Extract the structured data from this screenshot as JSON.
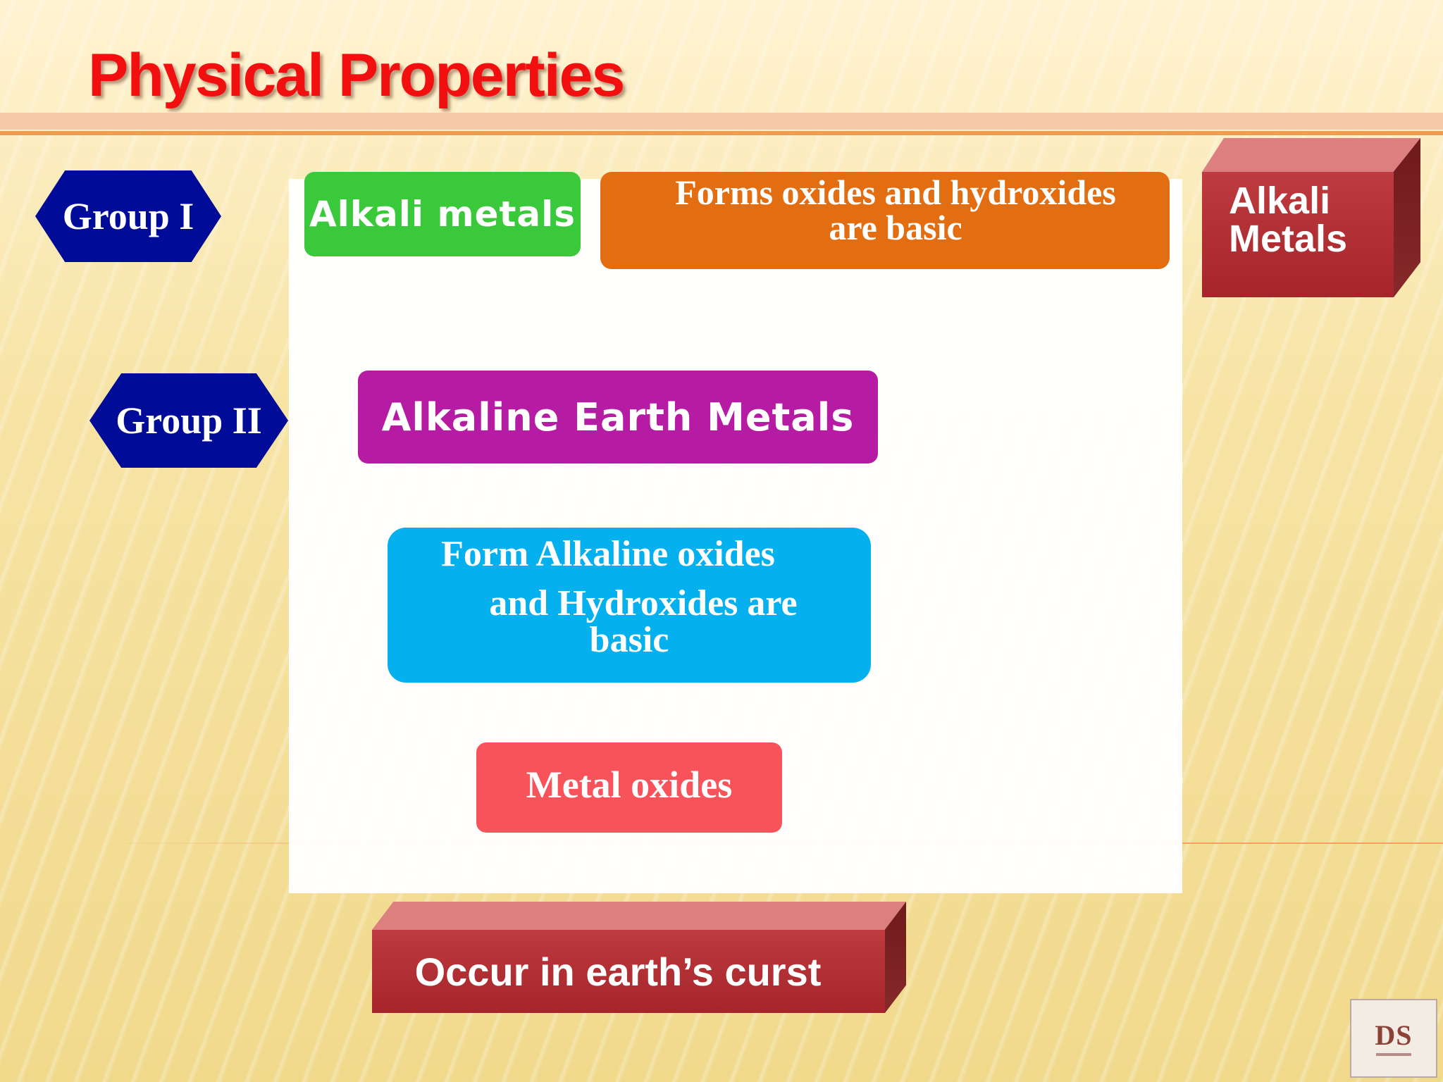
{
  "title": "Physical Properties",
  "groups": {
    "group_1": "Group I",
    "group_2": "Group II"
  },
  "boxes": {
    "alkali_metals": "Alkali metals",
    "forms_oxides": {
      "line1": "Forms oxides and hydroxides",
      "line2": "are basic"
    },
    "alkaline_earth_metals": "Alkaline Earth Metals",
    "form_alkaline_oxides": {
      "line1": "Form Alkaline oxides",
      "line2": "and Hydroxides are",
      "line3": "basic"
    },
    "metal_oxides": "Metal oxides"
  },
  "callouts": {
    "alkali_metals": {
      "line1": "Alkali",
      "line2": "Metals"
    },
    "occur": "Occur in earth’s curst"
  },
  "logo": {
    "text": "DS"
  },
  "colors": {
    "title": "#f20f0f",
    "group_hexagon": "#000c97",
    "alkali_metals_box": "#3ac93a",
    "forms_oxides_box": "#e36e12",
    "alkaline_earth_box": "#b51ba3",
    "form_alkaline_box": "#04b0ee",
    "metal_oxides_box": "#f8535b",
    "callout_box": "#a5252a"
  }
}
